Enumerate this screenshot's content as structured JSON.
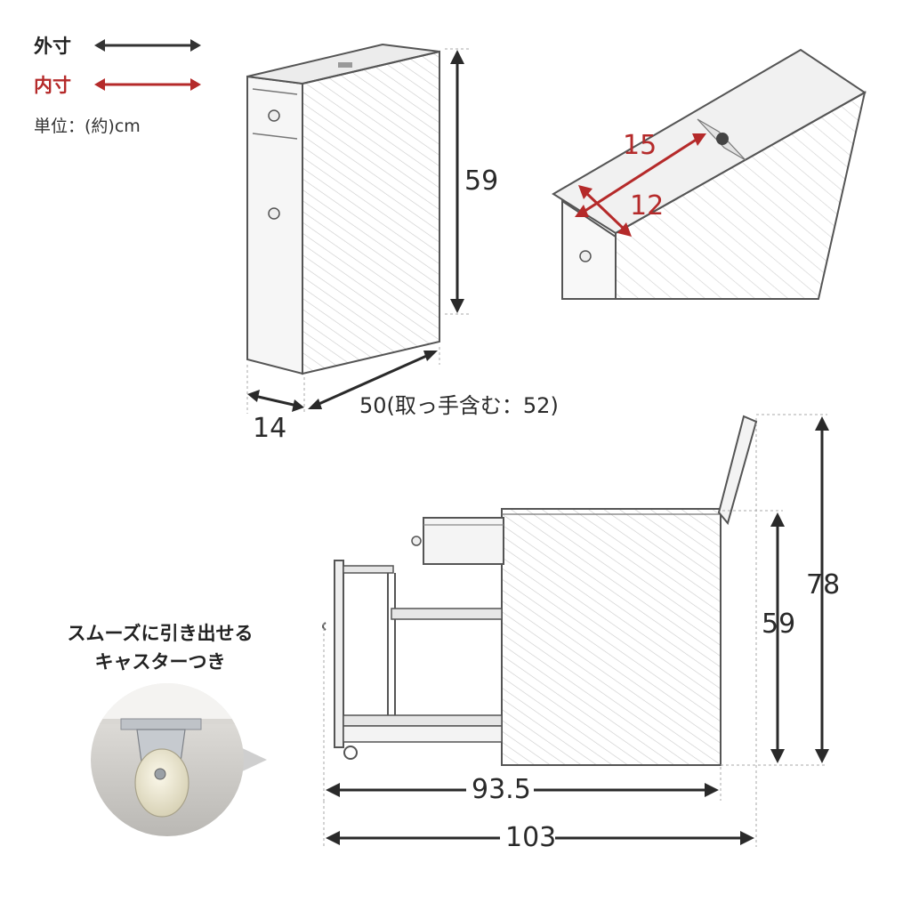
{
  "legend": {
    "outer_label": "外寸",
    "inner_label": "内寸",
    "unit_note": "単位：(約)cm",
    "outer_color": "#333333",
    "inner_color": "#b52a2a"
  },
  "front_view": {
    "height": "59",
    "width": "14",
    "depth": "50(取っ手含む：52)"
  },
  "top_detail": {
    "inner_length": "15",
    "inner_width": "12"
  },
  "side_view": {
    "height_open_lid": "78",
    "height": "59",
    "extended_length": "93.5",
    "extended_length_with_lid": "103"
  },
  "caster": {
    "caption_line1": "スムーズに引き出せる",
    "caption_line2": "キャスターつき"
  }
}
